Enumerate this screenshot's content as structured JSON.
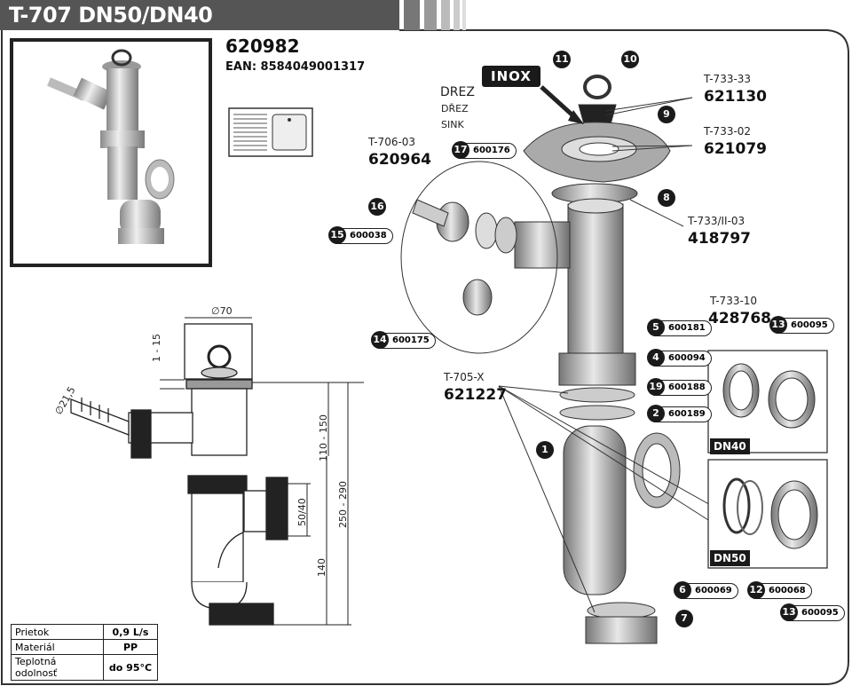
{
  "title": "T-707 DN50/DN40",
  "product": {
    "code": "620982",
    "ean": "EAN: 8584049001317"
  },
  "inox_label": "INOX",
  "sink_labels": [
    "DREZ",
    "DŘEZ",
    "SINK"
  ],
  "dimensions": {
    "diameter_top": "∅70",
    "gap": "1 - 15",
    "hose": "∅21,5",
    "h1": "110 - 150",
    "h2": "250 - 290",
    "h3": "50/40",
    "h4": "140"
  },
  "spec_table": [
    {
      "label": "Prietok",
      "value": "0,9 L/s"
    },
    {
      "label": "Materiál",
      "value": "PP"
    },
    {
      "label": "Teplotná odolnosť",
      "value": "do 95°C"
    }
  ],
  "references": [
    {
      "model": "T-733-33",
      "code": "621130"
    },
    {
      "model": "T-733-02",
      "code": "621079"
    },
    {
      "model": "T-733/II-03",
      "code": "418797"
    },
    {
      "model": "T-706-03",
      "code": "620964"
    },
    {
      "model": "T-705-X",
      "code": "621227"
    },
    {
      "model": "T-733-10",
      "code": "428768"
    }
  ],
  "callouts": [
    {
      "num": "1"
    },
    {
      "num": "7"
    },
    {
      "num": "8"
    },
    {
      "num": "9"
    },
    {
      "num": "10"
    },
    {
      "num": "11"
    },
    {
      "num": "16"
    }
  ],
  "parts": [
    {
      "num": "17",
      "code": "600176"
    },
    {
      "num": "15",
      "code": "600038"
    },
    {
      "num": "14",
      "code": "600175"
    },
    {
      "num": "5",
      "code": "600181"
    },
    {
      "num": "4",
      "code": "600094"
    },
    {
      "num": "19",
      "code": "600188"
    },
    {
      "num": "2",
      "code": "600189"
    },
    {
      "num": "13",
      "code": "600095"
    },
    {
      "num": "6",
      "code": "600069"
    },
    {
      "num": "12",
      "code": "600068"
    },
    {
      "num": "13",
      "code": "600095"
    }
  ],
  "dn_labels": [
    "DN40",
    "DN50"
  ]
}
